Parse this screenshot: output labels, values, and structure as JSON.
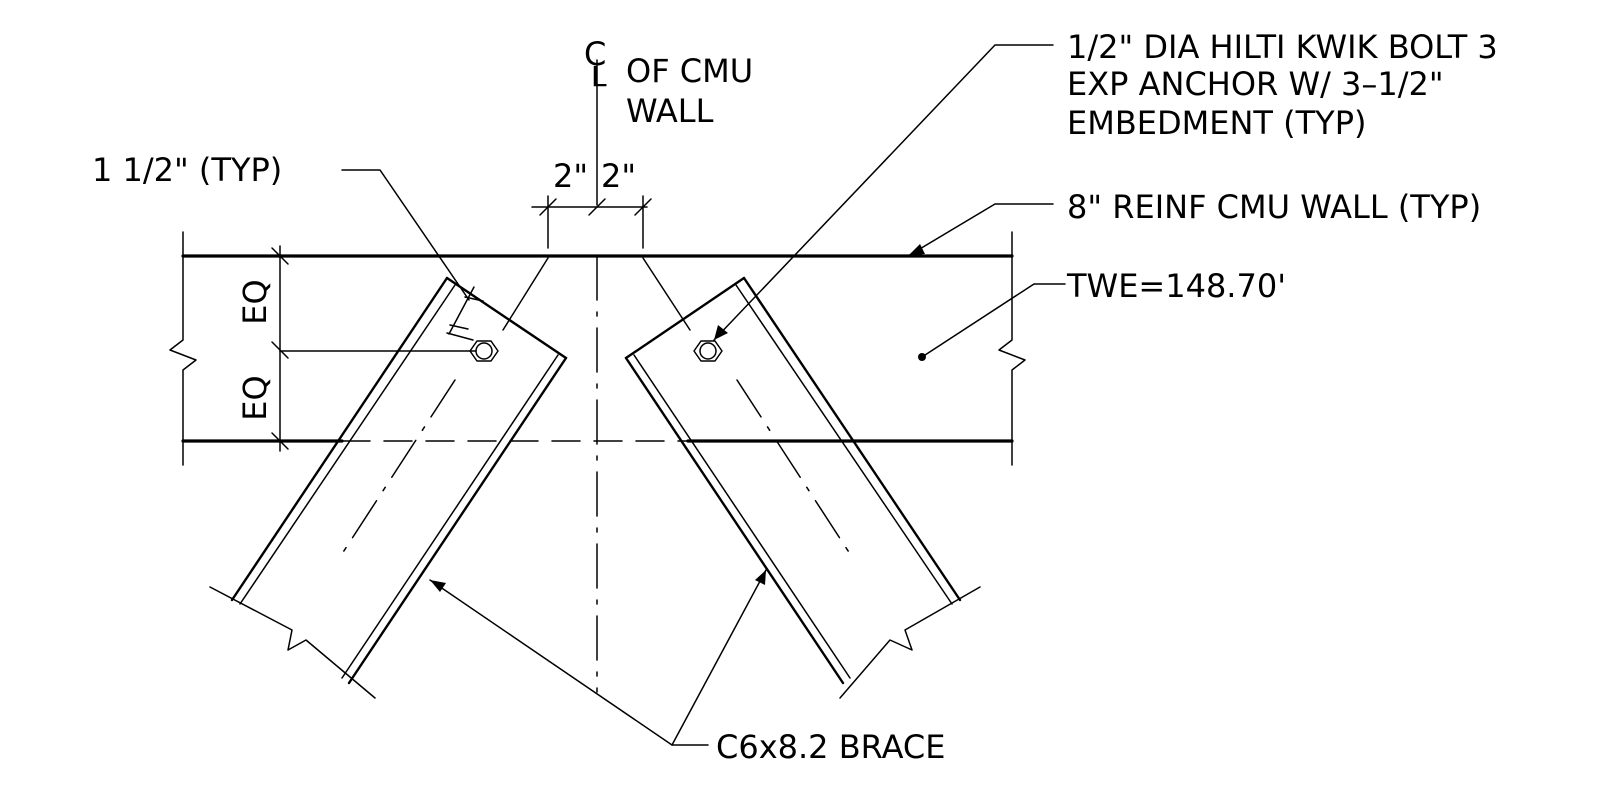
{
  "labels": {
    "centerline_symbol": "CL",
    "centerline_line1": "OF CMU",
    "centerline_line2": "WALL",
    "bolt_line1": "1/2\" DIA HILTI KWIK BOLT 3",
    "bolt_line2": "EXP ANCHOR W/ 3–1/2\"",
    "bolt_line3": "EMBEDMENT (TYP)",
    "edge_distance": "1 1/2\" (TYP)",
    "dim_left": "2\"",
    "dim_right": "2\"",
    "wall_callout": "8\" REINF CMU WALL (TYP)",
    "elevation": "TWE=148.70'",
    "eq_upper": "EQ",
    "eq_lower": "EQ",
    "brace_callout": "C6x8.2 BRACE"
  }
}
